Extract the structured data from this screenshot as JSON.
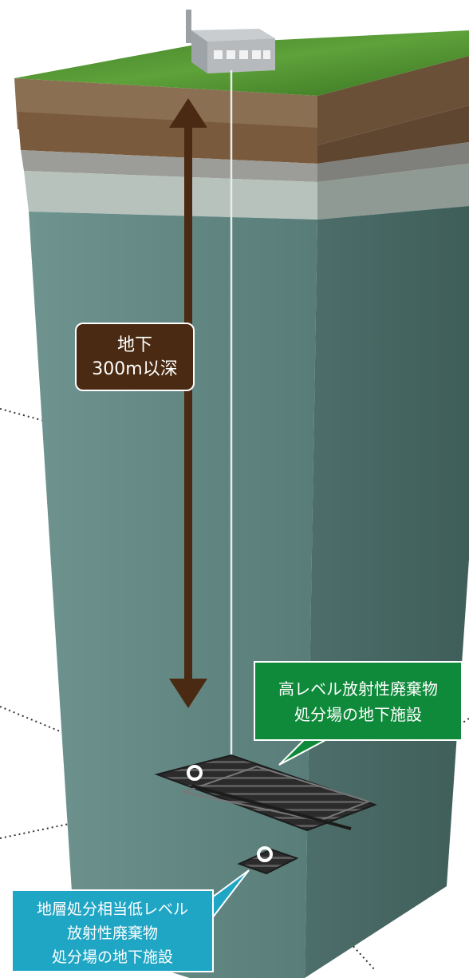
{
  "depth_label": {
    "line1": "地下",
    "line2": "300m以深"
  },
  "hlw_label": {
    "line1": "高レベル放射性廃棄物",
    "line2": "処分場の地下施設"
  },
  "llw_label": {
    "line1": "地層処分相当低レベル",
    "line2": "放射性廃棄物",
    "line3": "処分場の地下施設"
  },
  "colors": {
    "grass": "#4e8f2e",
    "soil": "#7a5a3c",
    "gravel": "#a9a9a9",
    "bedrock": "#5f8480",
    "depth_box": "#4a2a12",
    "hlw_box": "#0f8a3a",
    "llw_box": "#1fa6c4"
  }
}
